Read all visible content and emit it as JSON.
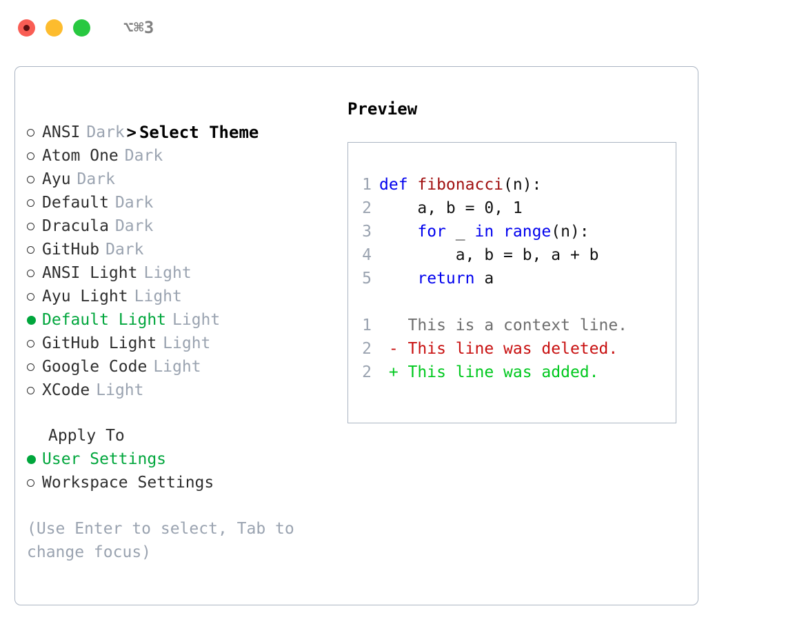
{
  "titlebar": {
    "dots": [
      {
        "name": "close-button",
        "color": "#f95d54"
      },
      {
        "name": "minimize-button",
        "color": "#fdbc2e"
      },
      {
        "name": "maximize-button",
        "color": "#28c840"
      }
    ],
    "shortcut": "⌥⌘3"
  },
  "theme_panel": {
    "heading_prefix": ">",
    "heading": "Select Theme",
    "selected_bullet": "●",
    "unselected_bullet": "○",
    "items": [
      {
        "label": "ANSI",
        "tag": "Dark",
        "selected": false
      },
      {
        "label": "Atom One",
        "tag": "Dark",
        "selected": false
      },
      {
        "label": "Ayu",
        "tag": "Dark",
        "selected": false
      },
      {
        "label": "Default",
        "tag": "Dark",
        "selected": false
      },
      {
        "label": "Dracula",
        "tag": "Dark",
        "selected": false
      },
      {
        "label": "GitHub",
        "tag": "Dark",
        "selected": false
      },
      {
        "label": "ANSI Light",
        "tag": "Light",
        "selected": false
      },
      {
        "label": "Ayu Light",
        "tag": "Light",
        "selected": false
      },
      {
        "label": "Default Light",
        "tag": "Light",
        "selected": true
      },
      {
        "label": "GitHub Light",
        "tag": "Light",
        "selected": false
      },
      {
        "label": "Google Code",
        "tag": "Light",
        "selected": false
      },
      {
        "label": "XCode",
        "tag": "Light",
        "selected": false
      }
    ]
  },
  "apply_to": {
    "heading": "Apply To",
    "items": [
      {
        "label": "User Settings",
        "selected": true
      },
      {
        "label": "Workspace Settings",
        "selected": false
      }
    ]
  },
  "hint": "(Use Enter to select, Tab to change focus)",
  "preview": {
    "heading": "Preview",
    "code": [
      {
        "lineno": "1",
        "tokens": [
          {
            "t": "def ",
            "c": "kw"
          },
          {
            "t": "fibonacci",
            "c": "fn"
          },
          {
            "t": "(n):",
            "c": "plain"
          }
        ]
      },
      {
        "lineno": "2",
        "tokens": [
          {
            "t": "    a, b = 0, 1",
            "c": "plain"
          }
        ]
      },
      {
        "lineno": "3",
        "tokens": [
          {
            "t": "    ",
            "c": "plain"
          },
          {
            "t": "for",
            "c": "kw"
          },
          {
            "t": " _ ",
            "c": "plain"
          },
          {
            "t": "in range",
            "c": "kw"
          },
          {
            "t": "(n):",
            "c": "plain"
          }
        ]
      },
      {
        "lineno": "4",
        "tokens": [
          {
            "t": "        a, b = b, a + b",
            "c": "plain"
          }
        ]
      },
      {
        "lineno": "5",
        "tokens": [
          {
            "t": "    ",
            "c": "plain"
          },
          {
            "t": "return",
            "c": "kw"
          },
          {
            "t": " a",
            "c": "plain"
          }
        ]
      }
    ],
    "diff": [
      {
        "lineno": "1",
        "marker": " ",
        "text": " This is a context line.",
        "kind": "diff-context"
      },
      {
        "lineno": "2",
        "marker": "-",
        "text": " This line was deleted.",
        "kind": "diff-del"
      },
      {
        "lineno": "2",
        "marker": "+",
        "text": " This line was added.",
        "kind": "diff-add"
      }
    ]
  },
  "colors": {
    "accent_green": "#00a63c",
    "muted_gray": "#9aa3b0",
    "border": "#aab4c2",
    "keyword_blue": "#0000ee",
    "function_red": "#a01010",
    "diff_add_green": "#00c81e",
    "diff_del_red": "#c81010"
  }
}
